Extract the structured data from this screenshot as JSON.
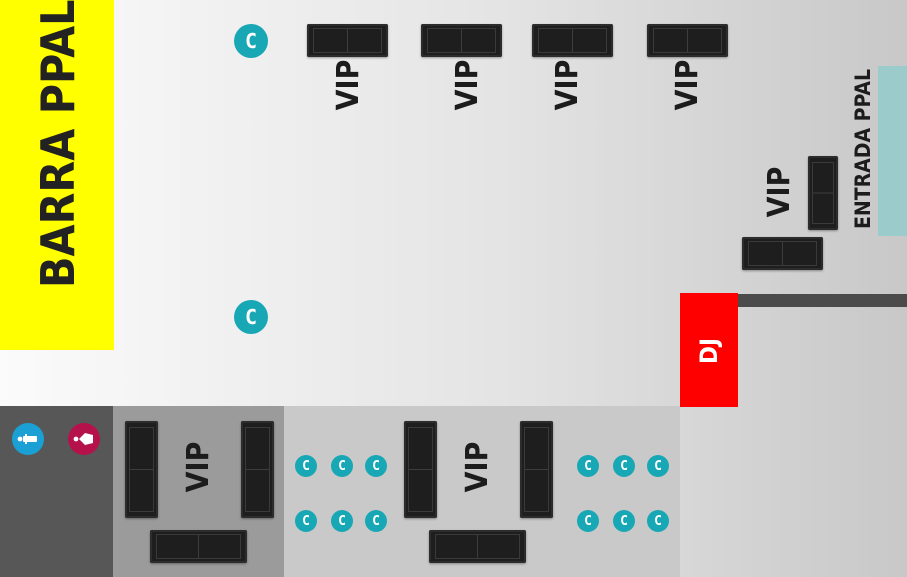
{
  "labels": {
    "bar": "BARRA PPAL",
    "entrance": "ENTRADA PPAL",
    "dj": "DJ",
    "vip": "VIP"
  },
  "table_glyph": "C",
  "colors": {
    "bar": "#ffff00",
    "entrance": "#9ccbcb",
    "dj": "#ff0000",
    "table": "#17a7b5",
    "male_restroom": "#1ba0d6",
    "female_restroom": "#b5114a",
    "restroom_area": "#575757",
    "vip_lounge": "#9b9b9b",
    "lower_area": "#c9c9c9",
    "wall": "#4b4b4b",
    "sofa": "#1e1e1e"
  },
  "icons": [
    "table-icon",
    "male-restroom-icon",
    "female-restroom-icon",
    "sofa-icon"
  ]
}
